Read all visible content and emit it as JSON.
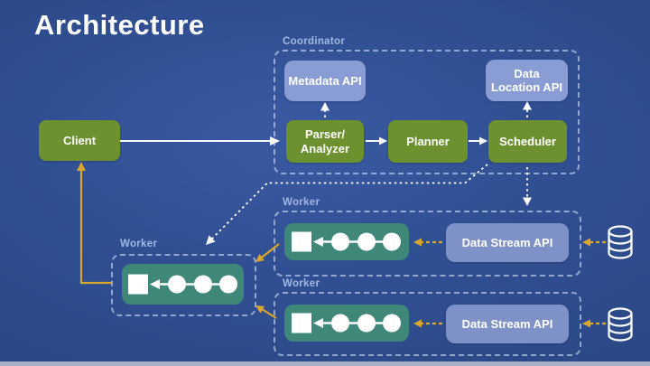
{
  "title": "Architecture",
  "groups": {
    "coordinator": {
      "label": "Coordinator"
    },
    "worker_left": {
      "label": "Worker"
    },
    "worker_right_1": {
      "label": "Worker"
    },
    "worker_right_2": {
      "label": "Worker"
    }
  },
  "nodes": {
    "client": {
      "label": "Client"
    },
    "metadata_api": {
      "label": "Metadata API"
    },
    "data_location_api": {
      "line1": "Data",
      "line2": "Location API"
    },
    "parser_analyzer": {
      "line1": "Parser/",
      "line2": "Analyzer"
    },
    "planner": {
      "label": "Planner"
    },
    "scheduler": {
      "label": "Scheduler"
    },
    "data_stream_api_1": {
      "label": "Data Stream API"
    },
    "data_stream_api_2": {
      "label": "Data Stream API"
    }
  },
  "icons": {
    "pipeline": "pipeline-icon: three circles feeding a square via left arrow",
    "database": "database-cylinder-icon"
  },
  "colors": {
    "background": "#2E4C8D",
    "green": "#6E9130",
    "lavender": "#8A9CD4",
    "lavender_dark": "#7E92C8",
    "teal": "#3E8779",
    "orange": "#D9A62E",
    "white": "#FFFFFF",
    "group_border": "rgba(230,238,255,0.55)",
    "footer_strip": "#A7B1C6"
  },
  "edges": [
    {
      "from": "client",
      "to": "parser_analyzer",
      "style": "solid-white"
    },
    {
      "from": "parser_analyzer",
      "to": "planner",
      "style": "solid-white"
    },
    {
      "from": "planner",
      "to": "scheduler",
      "style": "solid-white"
    },
    {
      "from": "parser_analyzer",
      "to": "metadata_api",
      "style": "dashed-white"
    },
    {
      "from": "scheduler",
      "to": "data_location_api",
      "style": "dashed-white"
    },
    {
      "from": "scheduler",
      "to": "worker_right_1",
      "style": "dashed-white"
    },
    {
      "from": "scheduler",
      "to": "worker_left",
      "style": "dashed-white"
    },
    {
      "from": "worker_left",
      "to": "client",
      "style": "solid-orange"
    },
    {
      "from": "worker_right_1",
      "to": "worker_left",
      "style": "solid-orange"
    },
    {
      "from": "worker_right_2",
      "to": "worker_left",
      "style": "solid-orange"
    },
    {
      "from": "data_stream_api_1",
      "to": "pipeline_1",
      "style": "dashed-orange"
    },
    {
      "from": "database_1",
      "to": "data_stream_api_1",
      "style": "dashed-orange"
    },
    {
      "from": "data_stream_api_2",
      "to": "pipeline_2",
      "style": "dashed-orange"
    },
    {
      "from": "database_2",
      "to": "data_stream_api_2",
      "style": "dashed-orange"
    }
  ]
}
